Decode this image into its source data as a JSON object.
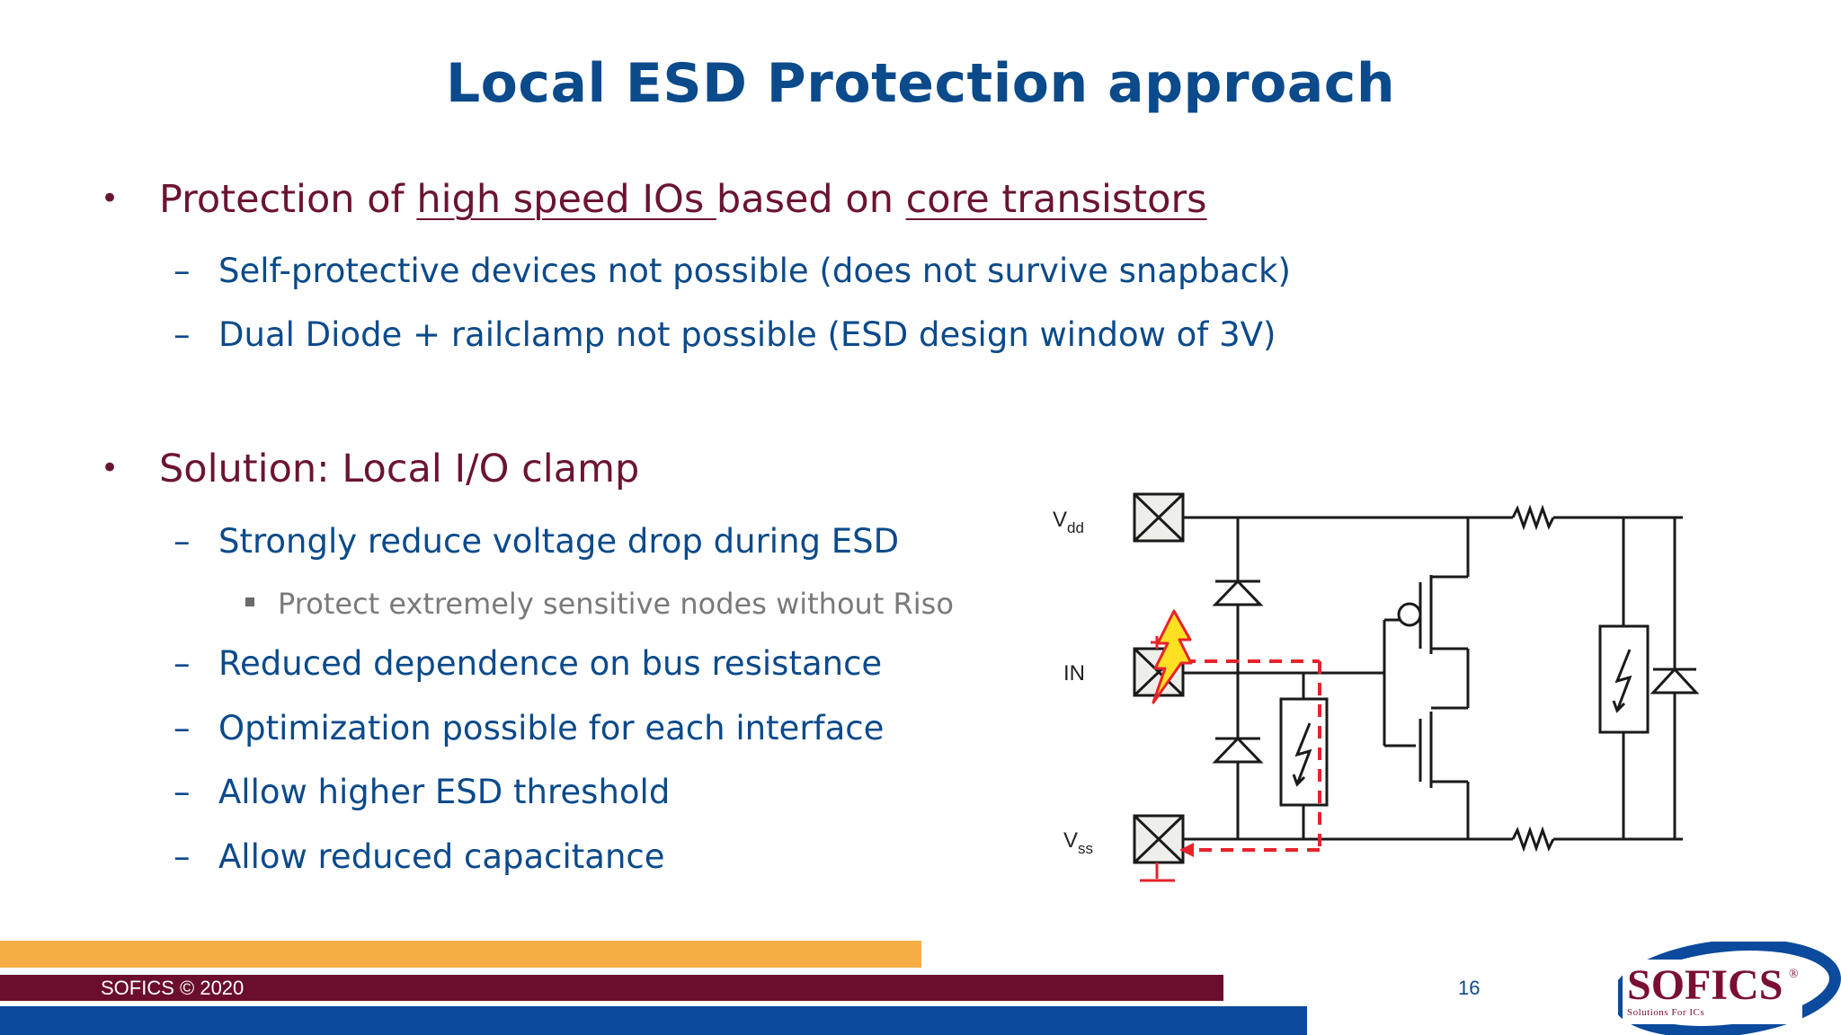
{
  "slide": {
    "title": "Local ESD Protection approach",
    "page_number": "16"
  },
  "bullets": {
    "b1": {
      "prefix": "Protection of ",
      "link1": "high speed IOs ",
      "middle": "based on ",
      "link2": "core transistors",
      "subs": [
        "Self-protective devices not possible (does not survive snapback)",
        "Dual Diode + railclamp not possible (ESD design window of 3V)"
      ]
    },
    "b2": {
      "text": "Solution: Local I/O clamp",
      "sub1": "Strongly reduce voltage drop during ESD",
      "sub1_child": "Protect extremely sensitive nodes without Riso",
      "subs_rest": [
        "Reduced dependence on bus resistance",
        "Optimization possible for each interface",
        "Allow higher ESD threshold",
        "Allow reduced capacitance"
      ]
    }
  },
  "diagram": {
    "vdd_main": "V",
    "vdd_sub": "dd",
    "in_label": "IN",
    "vss_main": "V",
    "vss_sub": "ss"
  },
  "footer": {
    "copyright": "SOFICS © 2020",
    "logo_text": "SOFICS",
    "logo_tagline": "Solutions For ICs",
    "logo_mark": "®"
  },
  "colors": {
    "title": "#0b4a8b",
    "level1": "#6b1430",
    "level2": "#0b4a8b",
    "level3": "#7a7a7a",
    "bar_orange": "#f5ae46",
    "bar_red": "#6b0d2c",
    "bar_blue": "#0b4a9c",
    "esd_path": "#e8222a"
  }
}
